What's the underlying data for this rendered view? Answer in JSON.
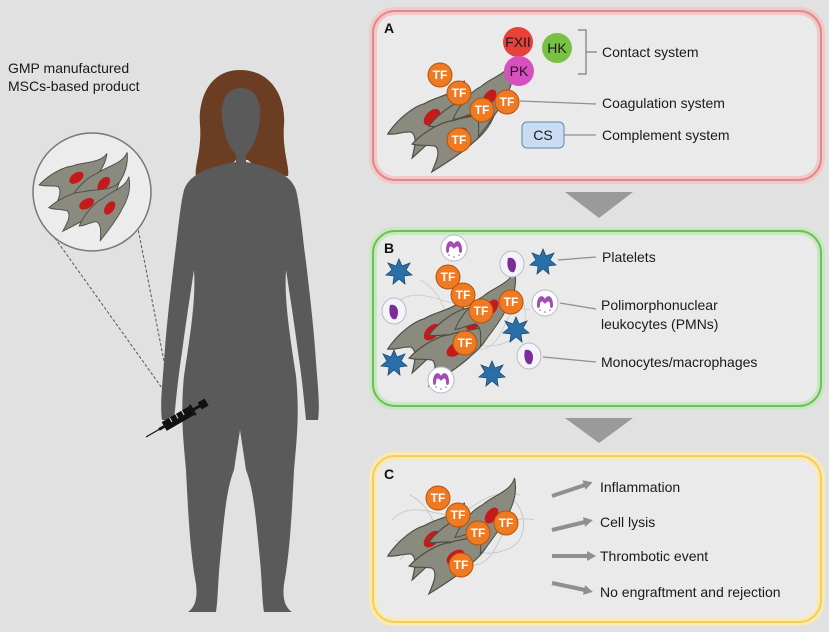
{
  "left": {
    "product_label_line1": "GMP manufactured",
    "product_label_line2": "MSCs-based product"
  },
  "panel_a": {
    "letter": "A",
    "factors": {
      "fxii": "FXII",
      "hk": "HK",
      "pk": "PK"
    },
    "tf": "TF",
    "cs": "CS",
    "labels": {
      "contact": "Contact system",
      "coagulation": "Coagulation system",
      "complement": "Complement system"
    }
  },
  "panel_b": {
    "letter": "B",
    "tf": "TF",
    "labels": {
      "platelets": "Platelets",
      "pmn_line1": "Polimorphonuclear",
      "pmn_line2": "leukocytes (PMNs)",
      "mono": "Monocytes/macrophages"
    }
  },
  "panel_c": {
    "letter": "C",
    "tf": "TF",
    "outcomes": [
      "Inflammation",
      "Cell lysis",
      "Thrombotic event",
      "No engraftment and rejection"
    ]
  },
  "colors": {
    "background": "#e1e1e1",
    "panel_a_border": "#d98c8c",
    "panel_b_border": "#6cbf5a",
    "panel_c_border": "#f2cf5a",
    "tf_fill": "#ef7a22",
    "fxii": "#e8413c",
    "hk": "#79c143",
    "pk": "#d84fc0",
    "cs_fill": "#c9dcf2",
    "body_silhouette": "#5a5a5a",
    "hair": "#6b3d22",
    "platelet": "#2b6fa8",
    "nucleus": "#c41a1a"
  }
}
